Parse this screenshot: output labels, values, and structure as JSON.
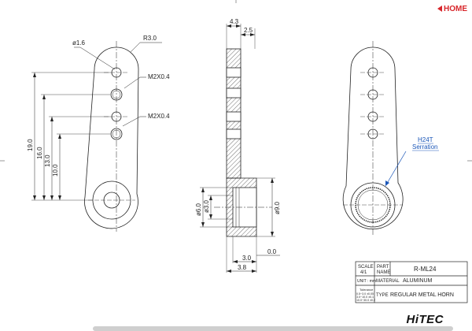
{
  "header": {
    "home_label": "HOME"
  },
  "front_view": {
    "dim_hole_dia": "ø1.6",
    "dim_radius": "R3.0",
    "dim_thread_1": "M2X0.4",
    "dim_thread_2": "M2X0.4",
    "dim_19": "19.0",
    "dim_16": "16.0",
    "dim_13": "13.0",
    "dim_10": "10.0"
  },
  "side_view": {
    "dim_4_3": "4.3",
    "dim_2_5": "2.5",
    "dim_6_0": "ø6.0",
    "dim_3_0_dia": "ø3.0",
    "dim_9_0": "ø9.0",
    "dim_3_0": "3.0",
    "dim_0_0": "0.0",
    "dim_3_8": "3.8"
  },
  "rear_view": {
    "callout_line1": "H24T",
    "callout_line2": "Serration"
  },
  "title_block": {
    "scale_label": "SCALE",
    "scale_value": "4/1",
    "part_name_label_1": "PART",
    "part_name_label_2": "NAME",
    "part_name_value": "R-ML24",
    "unit_label": "UNIT : mm",
    "material_label": "MATERIAL",
    "material_value": "ALUMINUM",
    "tolerance_title": "Tolerance",
    "tolerance_row_1": "0.5~3.0 ±0.05",
    "tolerance_row_2": "3.0~10.0 ±0.1",
    "tolerance_row_3": "10.0~30.0 ±0.2",
    "type_label": "TYPE",
    "type_value": "REGULAR METAL HORN"
  },
  "footer": {
    "brand": "HiTEC"
  }
}
